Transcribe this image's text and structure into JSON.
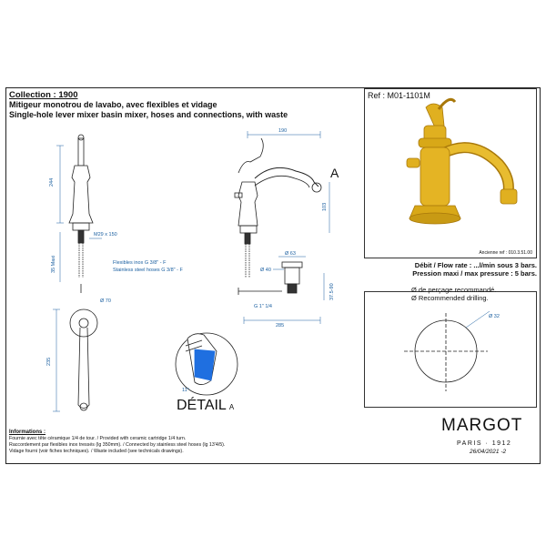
{
  "title_block": {
    "collection": "Collection : 1900",
    "subtitle_fr": "Mitigeur monotrou de lavabo, avec flexibles et vidage",
    "subtitle_en": "Single-hole lever mixer basin mixer, hoses and connections, with waste"
  },
  "reference": {
    "label": "Ref : M01-1101M",
    "former_ref": "Ancienne ref : 010.3.51.00"
  },
  "specs": {
    "flow_rate": "Débit / Flow rate : ...l/min sous 3 bars.",
    "max_pressure": "Pression maxi / max pressure : 5 bars."
  },
  "drilling": {
    "recommended_fr": "Ø de perçage recommandé.",
    "recommended_en": "Ø Recommended drilling.",
    "diameter": "Ø 32"
  },
  "drawings": {
    "side_view": {
      "height": "244",
      "thread": "M29 x 150",
      "hose_len": "35 Maxi",
      "hose_fr": "Flexibles inox G 3/8\" - F",
      "hose_en": "Stainless steel hoses G 3/8\" - F"
    },
    "front_view": {
      "reach": "190",
      "spout_h": "103",
      "label_a": "A"
    },
    "waste": {
      "d_top": "Ø 63",
      "d_body": "Ø 40",
      "thread": "G 1\" 1/4",
      "depth": "37.5-90",
      "width": "285"
    },
    "top_view": {
      "base": "Ø 70",
      "length": "235"
    },
    "detail": {
      "angle": "11°",
      "label": "DÉTAIL",
      "label_suffix": "A"
    }
  },
  "informations": {
    "title": "Informations :",
    "lines": [
      "Fournie avec tête céramique 1/4 de tour. / Provided with ceramic cartridge 1/4 turn.",
      "Raccordement par flexibles inox tressés (lg 350mm). / Connected by stainless steel hoses (lg 13'4/5).",
      "Vidage fourni (voir fiches techniques). / Waste included (see technicals drawings)."
    ]
  },
  "brand": {
    "name": "MARGOT",
    "sub": "PARIS · 1912",
    "date": "26/04/2021 -2"
  },
  "colors": {
    "line": "#222222",
    "dimension": "#1a5fa0",
    "brass": "#e0b020",
    "brass_dark": "#a8780a",
    "detail_blue": "#1f6fe0"
  }
}
